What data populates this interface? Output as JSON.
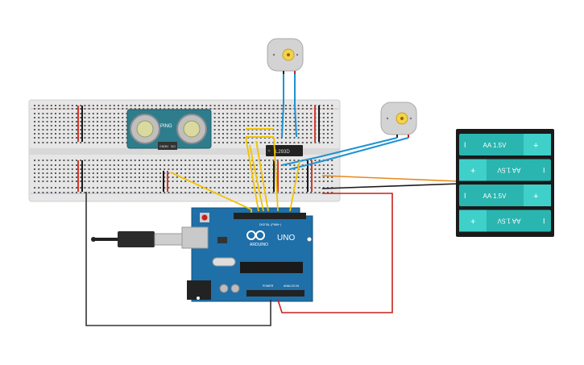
{
  "sensor": {
    "label": "PING",
    "pins": [
      "GND",
      "5V",
      "SIG"
    ]
  },
  "driver_ic": {
    "label": "L293D"
  },
  "arduino": {
    "brand": "ARDUINO",
    "model": "UNO",
    "digital_header": "DIGITAL (PWM~)",
    "power_header": "POWER",
    "analog_header": "ANALOG IN"
  },
  "battery_pack": {
    "cells": [
      {
        "label": "AA 1.5V",
        "flipped": false
      },
      {
        "label": "AA 1.5V",
        "flipped": true
      },
      {
        "label": "AA 1.5V",
        "flipped": false
      },
      {
        "label": "AA 1.5V",
        "flipped": true
      }
    ],
    "plus": "+",
    "minus": "I"
  },
  "colors": {
    "breadboard": "#e6e6e6",
    "rail_red": "#d33a2f",
    "rail_black": "#1a1a1a",
    "wire_yellow": "#f2c200",
    "wire_blue": "#1f93d1",
    "wire_orange": "#e8891a",
    "wire_red": "#c8201a",
    "wire_black": "#333333",
    "arduino": "#1f6fa8",
    "sensor": "#2e7d8c",
    "battery": "#2ab5b0",
    "motor": "#d3d3d3"
  },
  "icons": [
    "motor-icon",
    "usb-plug-icon",
    "dc-jack-icon"
  ]
}
